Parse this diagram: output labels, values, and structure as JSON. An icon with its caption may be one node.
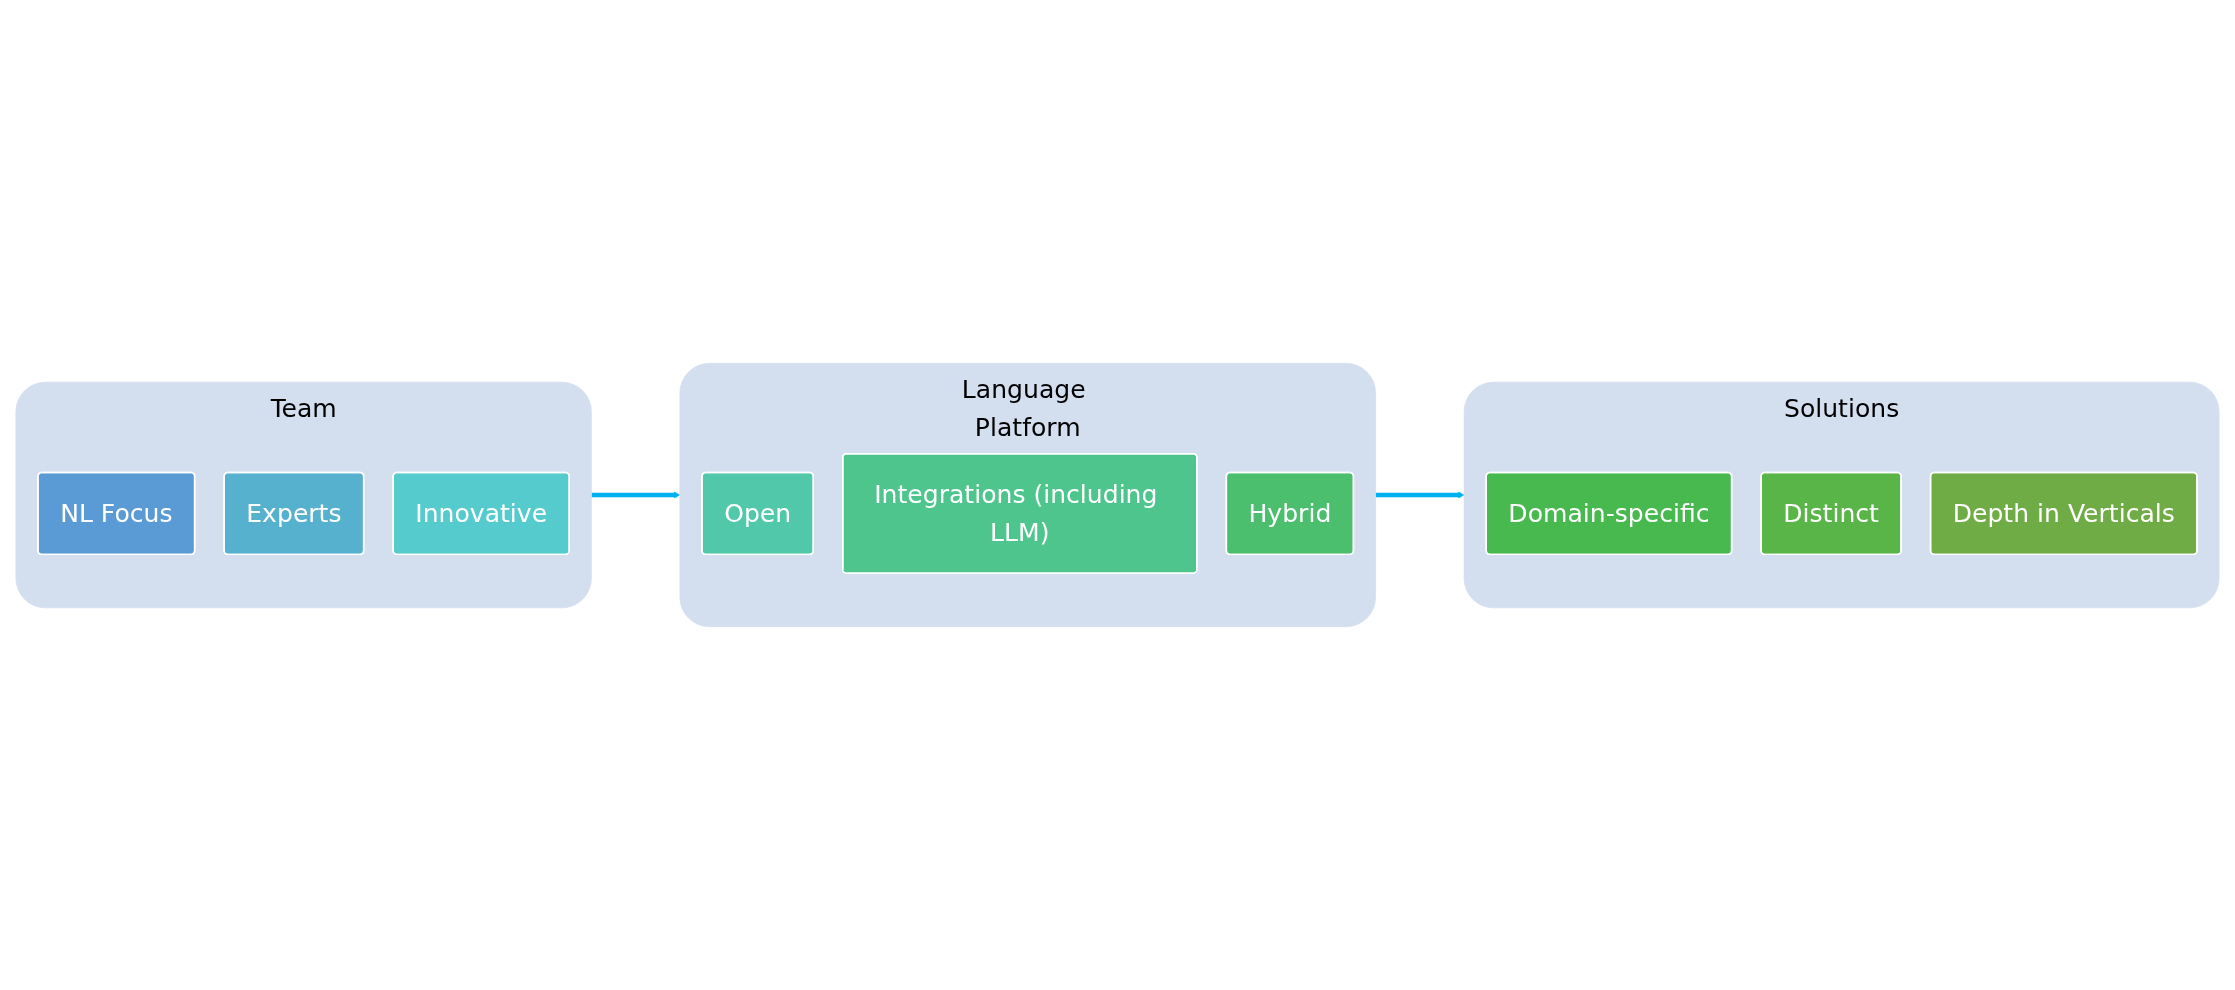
{
  "diagram": {
    "nodes": [
      {
        "text": [
          "Team"
        ]
      },
      {
        "text": [
          "NL Focus"
        ],
        "in": 0
      },
      {
        "text": [
          "Experts"
        ],
        "in": 0
      },
      {
        "text": [
          "Innovative"
        ],
        "in": 0
      },
      {
        "text": [
          "Language Platform"
        ]
      },
      {
        "text": [
          "Open"
        ],
        "in": 4
      },
      {
        "text": [
          "Integrations (including LLM)"
        ],
        "in": 4
      },
      {
        "text": [
          "Hybrid"
        ],
        "in": 4
      },
      {
        "text": [
          "Solutions"
        ]
      },
      {
        "text": [
          "Domain-specific"
        ],
        "in": 8
      },
      {
        "text": [
          "Distinct"
        ],
        "in": 8
      },
      {
        "text": [
          "Depth in Verticals"
        ],
        "in": 8
      }
    ],
    "edges": [
      {
        "from": 0,
        "to": 4,
        "arrow": "to"
      },
      {
        "from": 4,
        "to": 8,
        "arrow": "to"
      }
    ]
  }
}
